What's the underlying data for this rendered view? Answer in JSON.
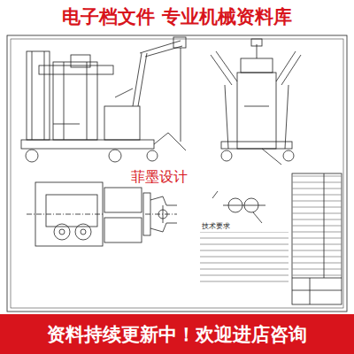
{
  "diagram": {
    "nodes": [
      {
        "text": [
          "电子档文件  专业机械资料库"
        ]
      },
      {
        "text": [
          "资料持续更新中！欢迎进店咨询"
        ]
      }
    ],
    "labels": [
      "菲墨设计",
      "技术要求"
    ]
  }
}
